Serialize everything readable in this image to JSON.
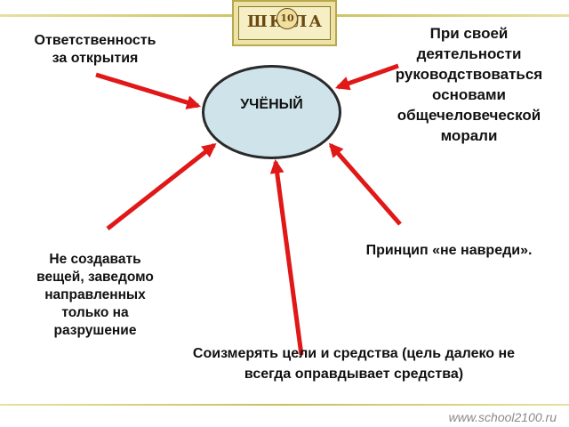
{
  "logo": {
    "text": "ШК  ЛА",
    "number": "10"
  },
  "center": {
    "label": "УЧЁНЫЙ"
  },
  "nodes": {
    "responsibility": [
      "Ответственность",
      "за открытия"
    ],
    "morality": [
      "При своей",
      "деятельности",
      "руководствоваться",
      "основами",
      "общечеловеческой",
      "морали"
    ],
    "no_harm": [
      "Принцип «не навреди»."
    ],
    "no_destruction": [
      "Не создавать",
      "вещей, заведомо",
      "направленных",
      "только на",
      "разрушение"
    ],
    "goals_means": "Соизмерять цели и средства  (цель далеко не всегда оправдывает средства)"
  },
  "footer": {
    "website": "www.school2100.ru"
  },
  "colors": {
    "arrow": "#e01818",
    "ellipse_fill": "#cfe4ea",
    "ellipse_border": "#2a2a2a",
    "logo_bg": "#ede3a8"
  }
}
